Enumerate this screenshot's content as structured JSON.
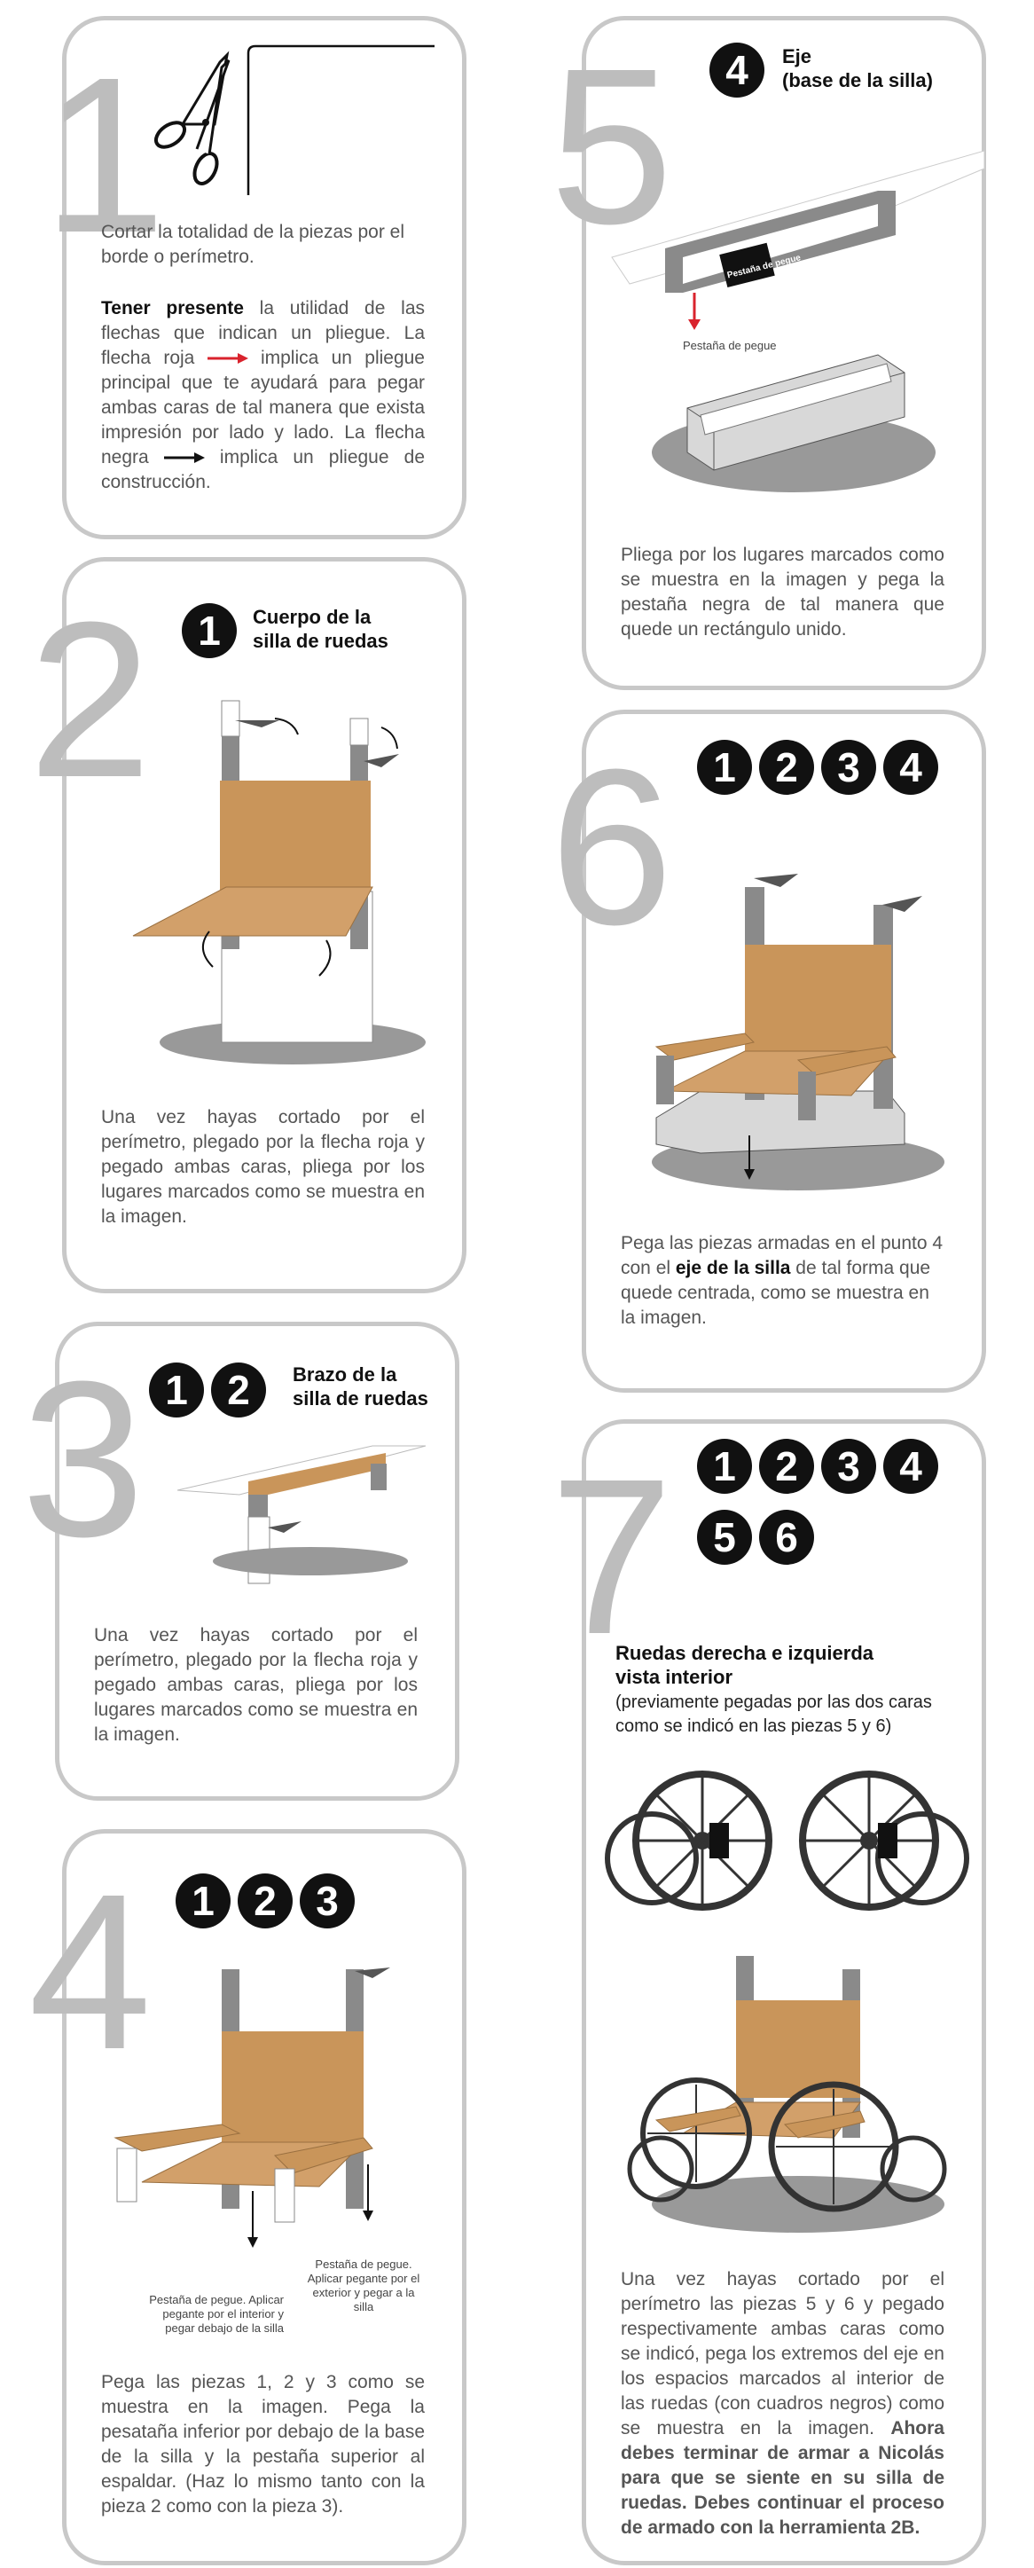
{
  "step1": {
    "number": "1",
    "intro": "Cortar la totalidad de la piezas por el borde o perímetro.",
    "bold": "Tener presente",
    "text_a": " la utilidad de las flechas que indican un pliegue. La flecha roja ",
    "text_b": " implica un pliegue principal que te ayudará para pegar ambas caras de tal manera que exista impresión por lado y lado. La flecha negra ",
    "text_c": " implica un pliegue de construcción."
  },
  "step2": {
    "number": "2",
    "pieces": [
      "1"
    ],
    "title_line1": "Cuerpo de la",
    "title_line2": "silla de ruedas",
    "text": "Una vez hayas cortado por el perímetro, plegado por la flecha roja y pegado ambas caras, pliega por los lugares marcados como se muestra en la imagen."
  },
  "step3": {
    "number": "3",
    "pieces": [
      "1",
      "2"
    ],
    "title_line1": "Brazo de la",
    "title_line2": "silla de ruedas",
    "text": "Una vez hayas cortado por el perímetro, plegado por la flecha roja y pegado ambas caras, pliega por los lugares marcados como se muestra en la imagen."
  },
  "step4": {
    "number": "4",
    "pieces": [
      "1",
      "2",
      "3"
    ],
    "note_left": "Pestaña de pegue. Aplicar pegante por el interior y pegar debajo de la silla",
    "note_right": "Pestaña de pegue. Aplicar pegante por el exterior y pegar a la silla",
    "text": "Pega las piezas 1, 2 y 3 como se muestra en la imagen. Pega la pesataña inferior por debajo de la base de la silla y la pestaña superior al espaldar. (Haz lo mismo tanto con la pieza 2 como con la pieza 3)."
  },
  "step5": {
    "number": "5",
    "pieces": [
      "4"
    ],
    "title_line1": "Eje",
    "title_line2": "(base de la silla)",
    "label_tab": "Pestaña de pegue",
    "label_glue": "Pestaña de pegue",
    "text": "Pliega por los lugares marcados como se muestra en la imagen y pega la pestaña negra de tal manera que quede un rectángulo unido."
  },
  "step6": {
    "number": "6",
    "pieces": [
      "1",
      "2",
      "3",
      "4"
    ],
    "text_a": "Pega las piezas armadas en el punto 4 con el ",
    "text_bold": "eje de la silla",
    "text_b": " de tal forma que quede centrada, como se muestra en la imagen."
  },
  "step7": {
    "number": "7",
    "pieces_row1": [
      "1",
      "2",
      "3",
      "4"
    ],
    "pieces_row2": [
      "5",
      "6"
    ],
    "title_line1": "Ruedas derecha e izquierda",
    "title_line2": "vista interior",
    "subtitle": "(previamente pegadas por las dos caras como se indicó en las piezas 5 y 6)",
    "text": "Una vez hayas cortado por el perímetro las piezas 5 y 6 y pegado respectivamente ambas caras como se indicó, pega los extremos del eje en los espacios marcados al interior de las ruedas (con cuadros negros) como se muestra en la imagen. ",
    "text_bold": "Ahora debes terminar de armar a Nicolás para que se siente en su silla de ruedas. Debes continuar el proceso de armado con la herramienta 2B."
  },
  "colors": {
    "card_border": "#c8c8c8",
    "number_gray": "#bdbdbd",
    "cardboard": "#c9955a",
    "gray_piece": "#8a8a8a",
    "red_arrow": "#d9232d"
  }
}
